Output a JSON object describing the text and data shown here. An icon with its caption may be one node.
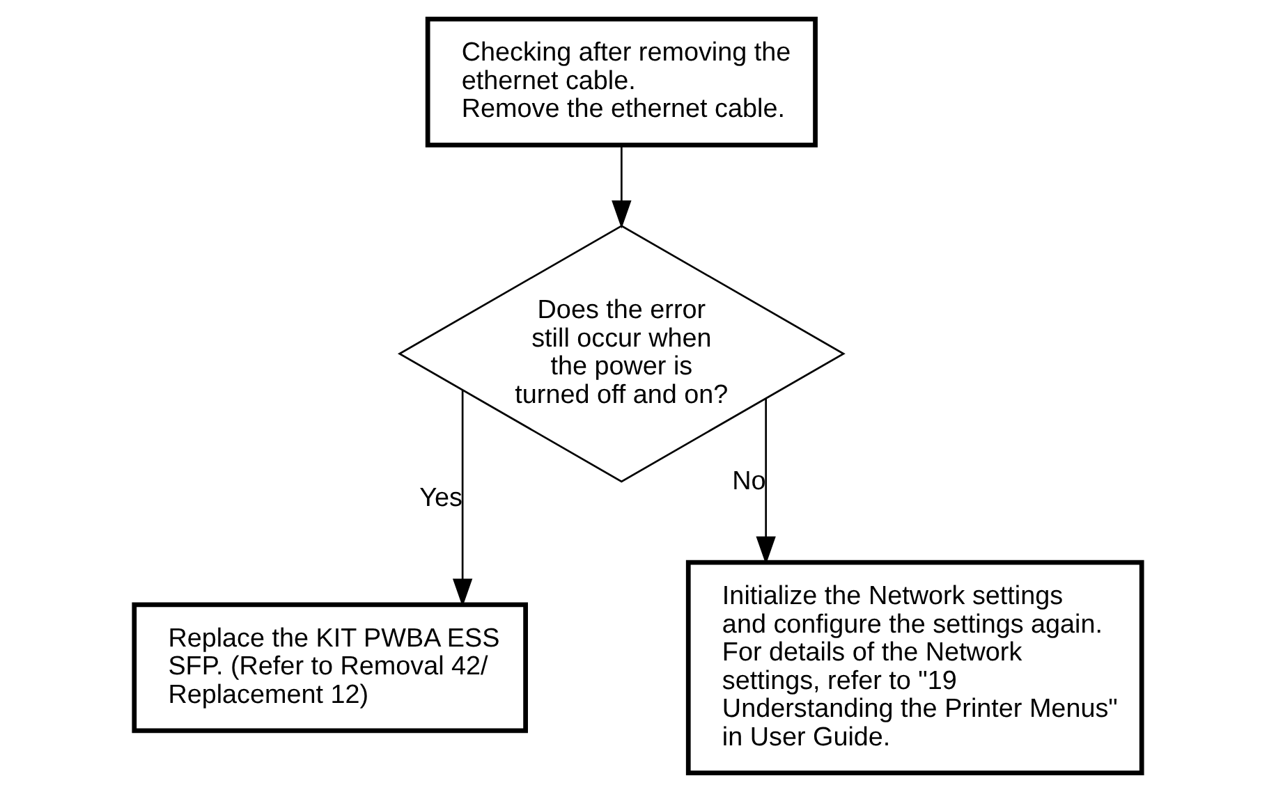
{
  "diagram": {
    "nodes": [
      {
        "text": [
          "Checking after removing the ethernet cable.",
          "Remove the ethernet cable."
        ]
      },
      {
        "text": [
          "Does the error still occur when the power is turned off and on?"
        ]
      },
      {
        "text": [
          "Replace the KIT PWBA ESS SFP. (Refer to Removal 42/ Replacement 12)"
        ]
      },
      {
        "text": [
          "Initialize the Network settings and configure the settings again.",
          "For details of the Network settings, refer to \"19 Understanding the Printer Menus\" in User Guide."
        ]
      }
    ],
    "edges": [
      {
        "from": 0,
        "to": 1,
        "arrow": "to"
      },
      {
        "from": 1,
        "to": 2,
        "arrow": "to",
        "label": "Yes"
      },
      {
        "from": 1,
        "to": 3,
        "arrow": "to",
        "label": "No"
      }
    ]
  }
}
